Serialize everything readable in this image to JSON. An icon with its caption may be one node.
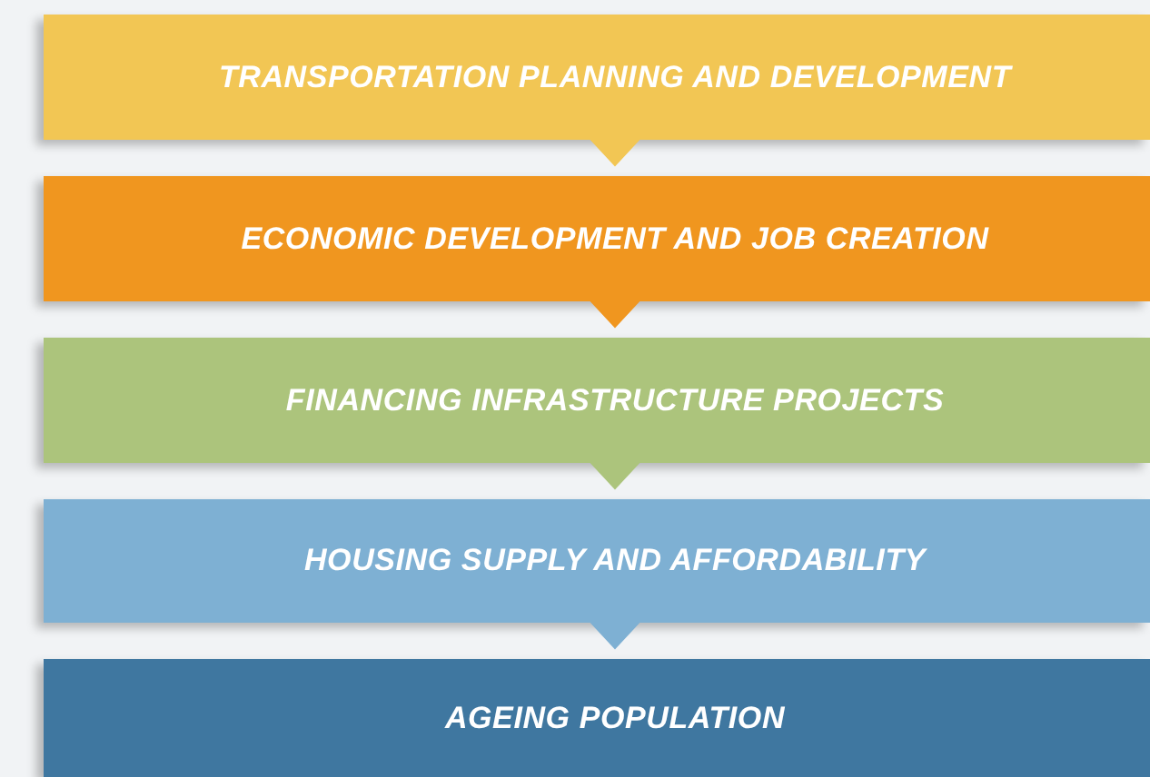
{
  "diagram": {
    "nodes": [
      {
        "text": [
          "TRANSPORTATION PLANNING AND DEVELOPMENT"
        ]
      },
      {
        "text": [
          "ECONOMIC DEVELOPMENT AND JOB CREATION"
        ]
      },
      {
        "text": [
          "FINANCING INFRASTRUCTURE PROJECTS"
        ]
      },
      {
        "text": [
          "HOUSING SUPPLY AND AFFORDABILITY"
        ]
      },
      {
        "text": [
          "AGEING POPULATION"
        ]
      }
    ],
    "edges": [
      {
        "from": 0,
        "to": 1,
        "arrow": "to"
      },
      {
        "from": 1,
        "to": 2,
        "arrow": "to"
      },
      {
        "from": 2,
        "to": 3,
        "arrow": "to"
      },
      {
        "from": 3,
        "to": 4,
        "arrow": "to"
      }
    ]
  }
}
